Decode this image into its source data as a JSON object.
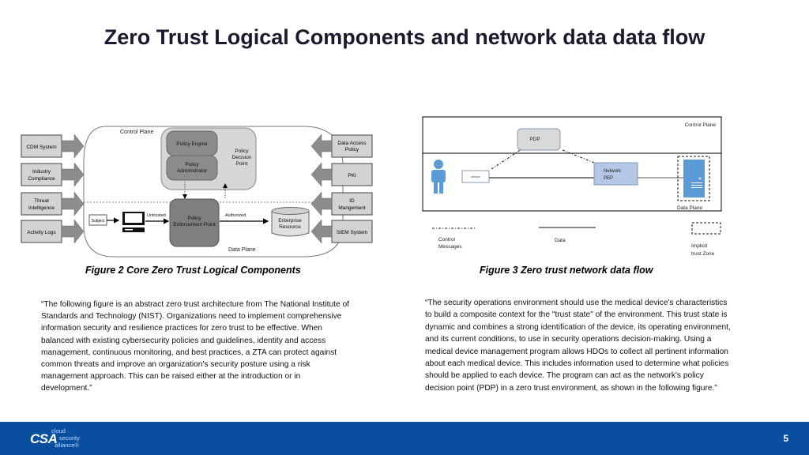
{
  "slide": {
    "title": "Zero Trust Logical Components and network data data flow",
    "page_number": "5"
  },
  "figure_left": {
    "caption": "Figure 2 Core Zero Trust Logical Components",
    "control_plane_label": "Control Plane",
    "data_plane_label": "Data Plane",
    "left_inputs": [
      "CDM System",
      [
        "Industry",
        "Compliance"
      ],
      [
        "Threat",
        "Intelligence"
      ],
      "Activity Logs"
    ],
    "right_inputs": [
      [
        "Data Access",
        "Policy"
      ],
      "PKI",
      [
        "ID",
        "Mangement"
      ],
      "SIEM System"
    ],
    "policy_engine": "Policy Engine",
    "policy_administrator": [
      "Policy",
      "Administrator"
    ],
    "policy_decision_point": [
      "Policy",
      "Decision",
      "Point"
    ],
    "policy_enforcement_point": [
      "Policy",
      "Enforcement Point"
    ],
    "subject": "Subject",
    "untrusted": "Untrusted",
    "authorized": "Authorized",
    "enterprise_resource": [
      "Enterprise",
      "Resource"
    ]
  },
  "figure_right": {
    "caption": "Figure 3 Zero trust network data flow",
    "control_plane_label": "Control Plane",
    "data_plane_label": "Data Plane",
    "pdp": "PDP",
    "device": "device",
    "network_pep": [
      "Network",
      "PEP"
    ],
    "legend": {
      "control_messages": [
        "Control",
        "Messages"
      ],
      "data": "Data",
      "implicit_trust_zone": [
        "Implicit",
        "trust Zone"
      ]
    },
    "colors": {
      "person": "#5b9bd5",
      "pep_fill": "#b4c7e7",
      "server": "#5b9bd5",
      "pdp_fill": "#d9d9d9"
    }
  },
  "paragraphs": {
    "left": "“The following figure is an abstract zero trust architecture from The National Institute of Standards and Technology (NIST). Organizations need to implement comprehensive information security and resilience practices for zero trust to be effective. When balanced with existing cybersecurity policies and guidelines, identity and access management, continuous monitoring, and best practices, a ZTA can protect against common threats and improve an organization's security posture using a risk management approach. This can be raised either at the introduction or in development.”",
    "right": "“The security operations environment should use the medical device's characteristics to build a composite context for the \"trust state\" of the environment. This trust state is dynamic and combines a strong identification of the device, its operating environment, and its current conditions, to use in security operations decision-making. Using a medical device management program allows HDOs to collect all pertinent information about each medical device. This includes information used to determine what policies should be applied to each device. The program can act as the network's policy decision point (PDP) in a zero trust environment, as shown in the following figure.”"
  },
  "footer": {
    "logo_main": "CSA",
    "logo_words": [
      "cloud",
      "security",
      "alliance®"
    ],
    "brand_color": "#0a4ea0"
  }
}
